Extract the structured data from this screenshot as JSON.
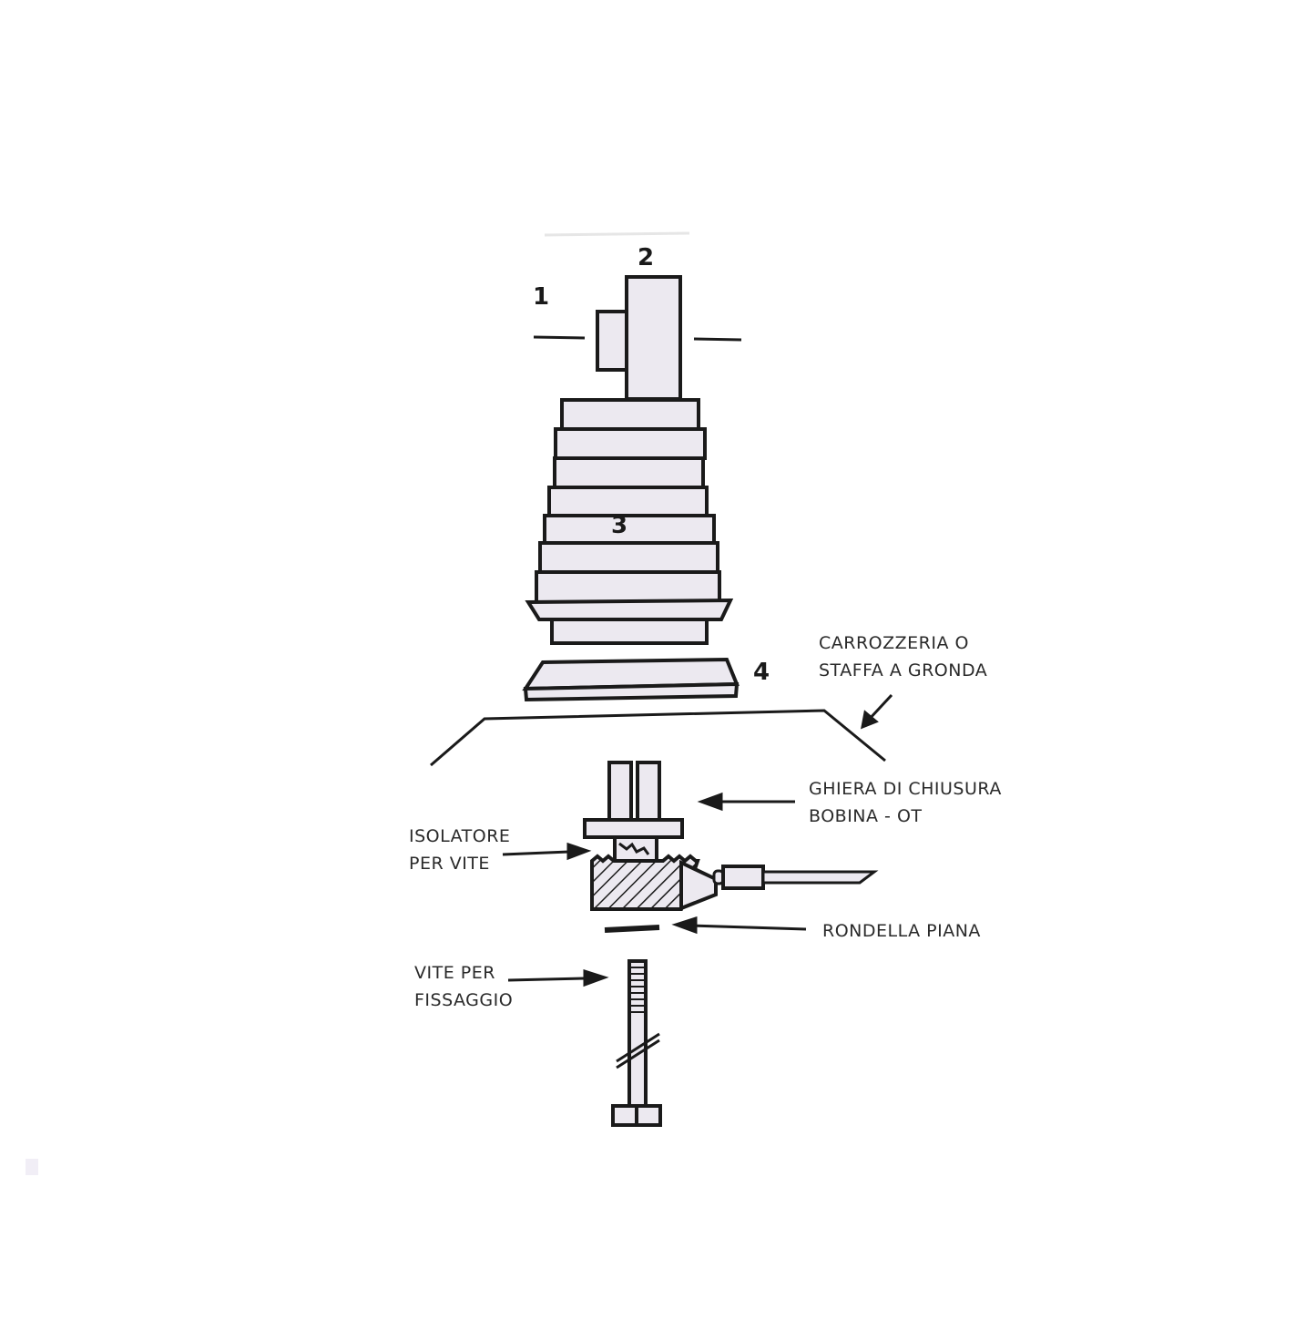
{
  "diagram": {
    "type": "exploded-assembly",
    "colors": {
      "stroke": "#1a1a1a",
      "part_fill": "#ece9f0",
      "text": "#2a2a2a",
      "background": "#ffffff"
    },
    "part_numbers": [
      {
        "id": "1",
        "label": "1"
      },
      {
        "id": "2",
        "label": "2"
      },
      {
        "id": "3",
        "label": "3"
      },
      {
        "id": "4",
        "label": "4"
      }
    ],
    "callouts": {
      "body": {
        "line1": "CARROZZERIA O",
        "line2": "STAFFA A GRONDA"
      },
      "ring_nut": {
        "line1": "GHIERA DI CHIUSURA",
        "line2": "BOBINA - OT"
      },
      "insulator": {
        "line1": "ISOLATORE",
        "line2": "PER VITE"
      },
      "washer": {
        "line1": "RONDELLA PIANA"
      },
      "screw": {
        "line1": "VITE PER",
        "line2": "FISSAGGIO"
      }
    }
  }
}
